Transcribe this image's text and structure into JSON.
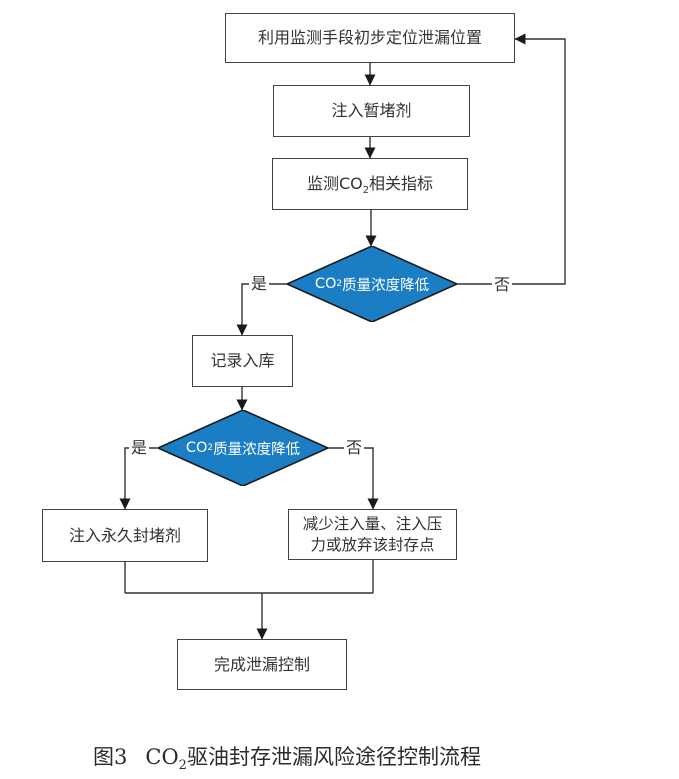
{
  "figure": {
    "nodes": {
      "locate": {
        "label": "利用监测手段初步定位泄漏位置"
      },
      "inject_temporary": {
        "label": "注入暂堵剂"
      },
      "monitor": {
        "label_pre": "监测CO",
        "label_sub": "2",
        "label_post": "相关指标"
      },
      "decision1": {
        "label_pre": "CO",
        "label_sub": "2",
        "label_post": "质量浓度降低"
      },
      "record": {
        "label": "记录入库"
      },
      "decision2": {
        "label_pre": "CO",
        "label_sub": "2",
        "label_post": "质量浓度降低"
      },
      "inject_permanent": {
        "label": "注入永久封堵剂"
      },
      "reduce_or_abandon": {
        "label": "减少注入量、注入压力或放弃该封存点"
      },
      "complete": {
        "label": "完成泄漏控制"
      }
    },
    "edge_labels": {
      "decision1_yes": "是",
      "decision1_no": "否",
      "decision2_yes": "是",
      "decision2_no": "否"
    },
    "colors": {
      "decision_fill": "#1b7ec4",
      "decision_text": "#ffffff",
      "connector": "#333333",
      "box_border": "#434343"
    },
    "caption": {
      "figure_no": "图3",
      "title_pre": "CO",
      "title_sub": "2",
      "title_post": "驱油封存泄漏风险途径控制流程"
    }
  }
}
